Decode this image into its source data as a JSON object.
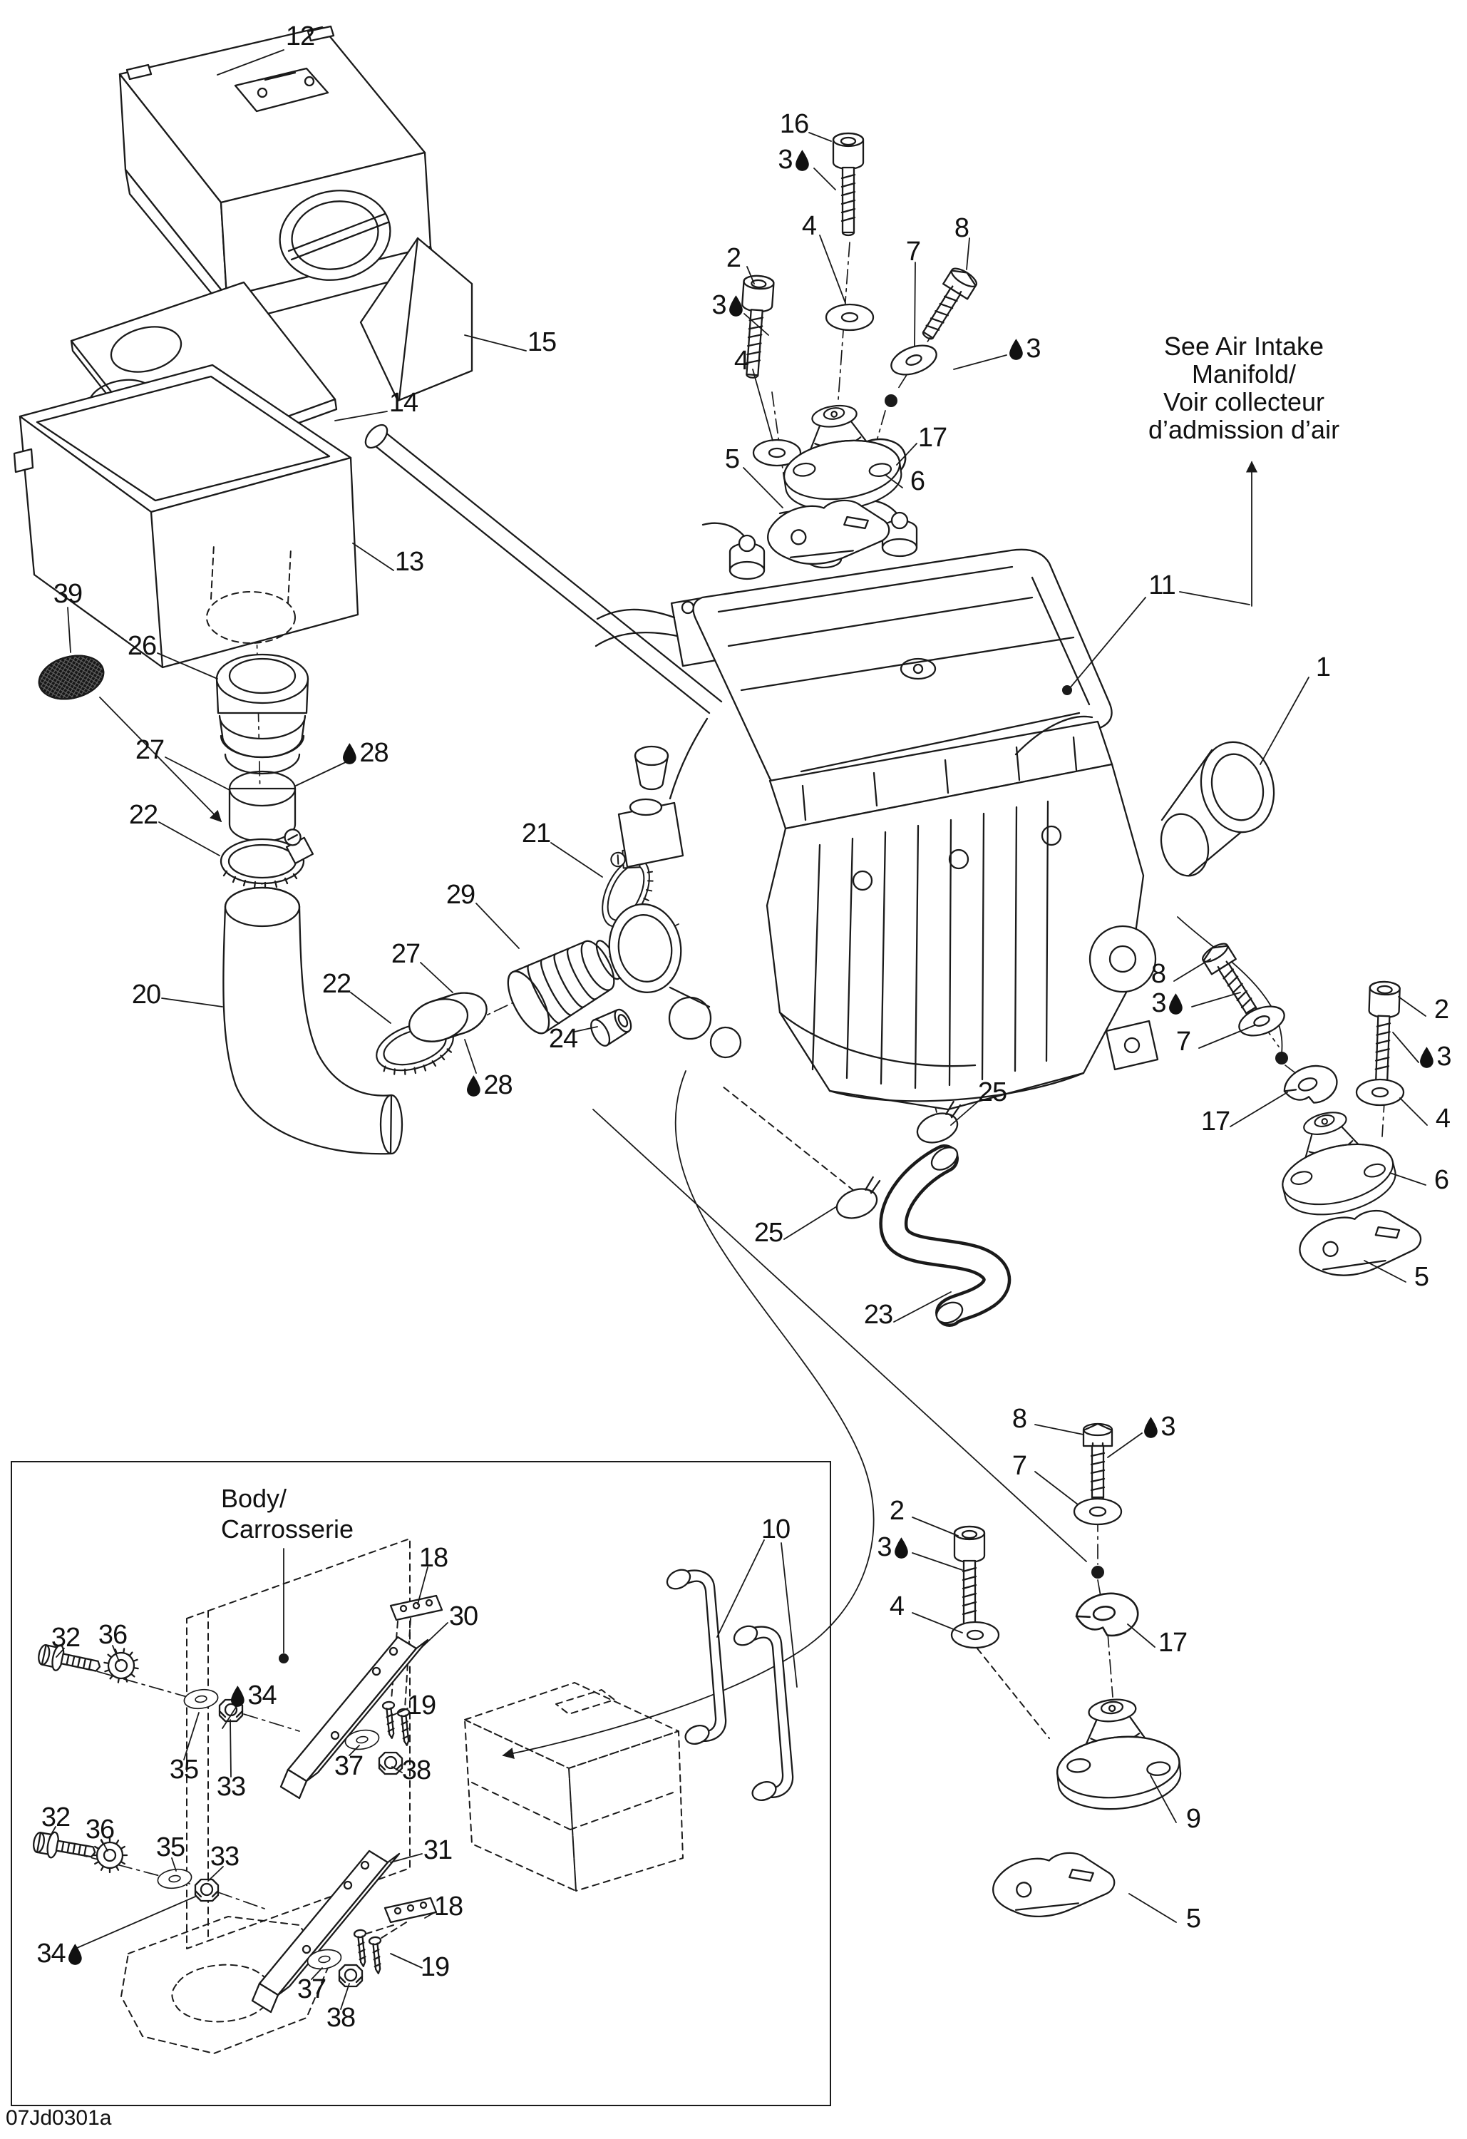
{
  "figure": {
    "part_code": "07Jd0301a",
    "air_intake_note": {
      "line1": "See Air Intake Manifold/",
      "line2": "Voir collecteur",
      "line3": "d’admission d’air"
    },
    "body_note": {
      "line1": "Body/",
      "line2": "Carrosserie"
    },
    "colors": {
      "line": "#1a1a1a",
      "background": "#ffffff",
      "label": "#111111"
    },
    "callouts": [
      {
        "text": "12",
        "drop": null
      },
      {
        "text": "15",
        "drop": null
      },
      {
        "text": "14",
        "drop": null
      },
      {
        "text": "13",
        "drop": null
      },
      {
        "text": "39",
        "drop": null
      },
      {
        "text": "26",
        "drop": null
      },
      {
        "text": "27",
        "drop": null
      },
      {
        "text": "28",
        "drop": "left"
      },
      {
        "text": "22",
        "drop": null
      },
      {
        "text": "20",
        "drop": null
      },
      {
        "text": "22",
        "drop": null
      },
      {
        "text": "27",
        "drop": null
      },
      {
        "text": "28",
        "drop": "left"
      },
      {
        "text": "29",
        "drop": null
      },
      {
        "text": "21",
        "drop": null
      },
      {
        "text": "24",
        "drop": null
      },
      {
        "text": "16",
        "drop": null
      },
      {
        "text": "3",
        "drop": "right"
      },
      {
        "text": "4",
        "drop": null
      },
      {
        "text": "2",
        "drop": null
      },
      {
        "text": "3",
        "drop": "right"
      },
      {
        "text": "4",
        "drop": null
      },
      {
        "text": "7",
        "drop": null
      },
      {
        "text": "8",
        "drop": null
      },
      {
        "text": "3",
        "drop": "left"
      },
      {
        "text": "17",
        "drop": null
      },
      {
        "text": "5",
        "drop": null
      },
      {
        "text": "6",
        "drop": null
      },
      {
        "text": "11",
        "drop": null
      },
      {
        "text": "1",
        "drop": null
      },
      {
        "text": "8",
        "drop": null
      },
      {
        "text": "3",
        "drop": "right"
      },
      {
        "text": "7",
        "drop": null
      },
      {
        "text": "2",
        "drop": null
      },
      {
        "text": "3",
        "drop": "left"
      },
      {
        "text": "4",
        "drop": null
      },
      {
        "text": "17",
        "drop": null
      },
      {
        "text": "6",
        "drop": null
      },
      {
        "text": "5",
        "drop": null
      },
      {
        "text": "25",
        "drop": null
      },
      {
        "text": "25",
        "drop": null
      },
      {
        "text": "23",
        "drop": null
      },
      {
        "text": "8",
        "drop": null
      },
      {
        "text": "3",
        "drop": "left"
      },
      {
        "text": "7",
        "drop": null
      },
      {
        "text": "2",
        "drop": null
      },
      {
        "text": "3",
        "drop": "right"
      },
      {
        "text": "4",
        "drop": null
      },
      {
        "text": "17",
        "drop": null
      },
      {
        "text": "9",
        "drop": null
      },
      {
        "text": "5",
        "drop": null
      },
      {
        "text": "10",
        "drop": null
      },
      {
        "text": "18",
        "drop": null
      },
      {
        "text": "30",
        "drop": null
      },
      {
        "text": "32",
        "drop": null
      },
      {
        "text": "36",
        "drop": null
      },
      {
        "text": "34",
        "drop": "left"
      },
      {
        "text": "35",
        "drop": null
      },
      {
        "text": "33",
        "drop": null
      },
      {
        "text": "37",
        "drop": null
      },
      {
        "text": "19",
        "drop": null
      },
      {
        "text": "38",
        "drop": null
      },
      {
        "text": "31",
        "drop": null
      },
      {
        "text": "18",
        "drop": null
      },
      {
        "text": "32",
        "drop": null
      },
      {
        "text": "36",
        "drop": null
      },
      {
        "text": "35",
        "drop": null
      },
      {
        "text": "33",
        "drop": null
      },
      {
        "text": "34",
        "drop": "right"
      },
      {
        "text": "37",
        "drop": null
      },
      {
        "text": "19",
        "drop": null
      },
      {
        "text": "38",
        "drop": null
      }
    ]
  }
}
